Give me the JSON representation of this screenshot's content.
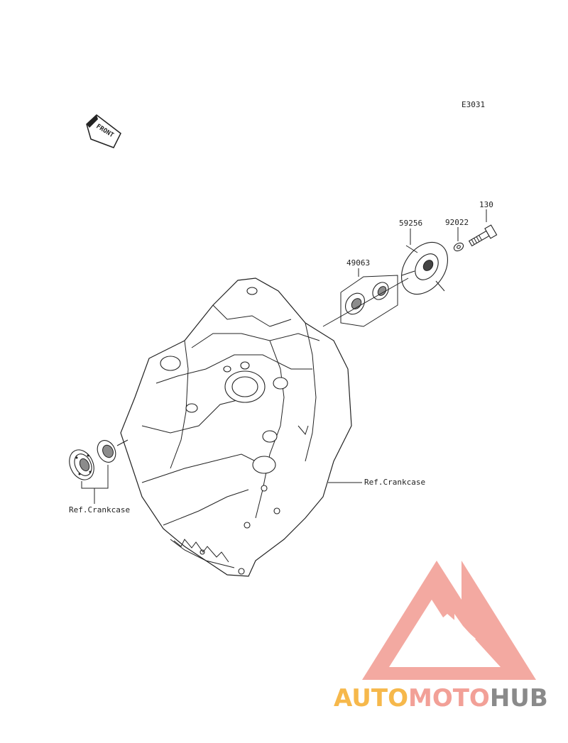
{
  "diagram": {
    "code": "E3031",
    "front_label": "FRONT",
    "parts": [
      {
        "number": "130"
      },
      {
        "number": "92022"
      },
      {
        "number": "59256"
      },
      {
        "number": "49063"
      }
    ],
    "references": [
      {
        "text": "Ref.Crankcase"
      },
      {
        "text": "Ref.Crankcase"
      }
    ]
  },
  "watermark": {
    "part1": "AUTO",
    "part2": "MOTO",
    "part3": "HUB",
    "colors": {
      "auto": "#f6b84b",
      "moto": "#f2a097",
      "hub": "#8a8a8a",
      "logo": "#f2a097"
    }
  }
}
